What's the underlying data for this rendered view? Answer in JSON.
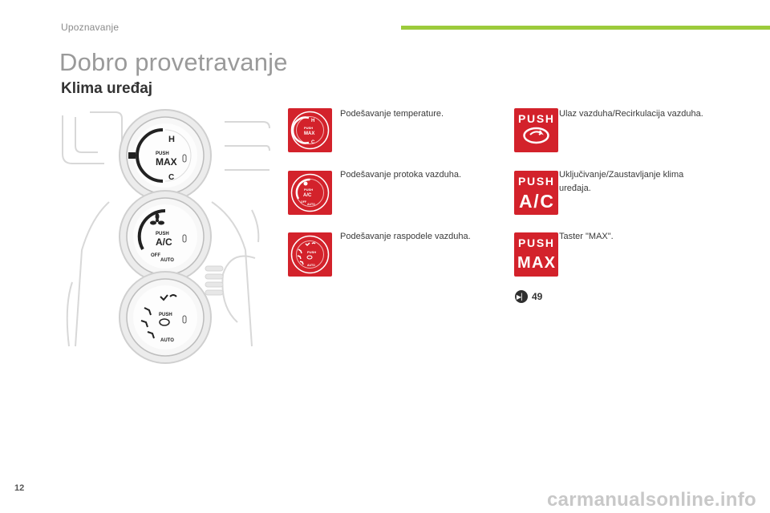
{
  "header": {
    "section": "Upoznavanje",
    "accent_color": "#9ccb3b"
  },
  "title": "Dobro provetravanje",
  "subtitle": "Klima uređaj",
  "illustration": {
    "knob_top": {
      "top_letter": "H",
      "bottom_letter": "C",
      "push_label": "PUSH",
      "main_label": "MAX"
    },
    "knob_mid": {
      "push_label": "PUSH",
      "main_label": "A/C",
      "off_label": "OFF",
      "auto_label": "AUTO"
    },
    "knob_bottom": {
      "push_label": "PUSH",
      "auto_label": "AUTO"
    }
  },
  "controls_left": [
    {
      "icon": "temperature-knob-icon",
      "text": "Podešavanje temperature.",
      "icon_labels": {
        "h": "H",
        "push": "PUSH",
        "main": "MAX",
        "c": "C"
      }
    },
    {
      "icon": "airflow-knob-icon",
      "text": "Podešavanje protoka vazduha.",
      "icon_labels": {
        "push": "PUSH",
        "main": "A/C",
        "off": "OFF",
        "auto": "AUTO"
      }
    },
    {
      "icon": "distribution-knob-icon",
      "text": "Podešavanje raspodele vazduha.",
      "icon_labels": {
        "push": "PUSH",
        "auto": "AUTO"
      }
    }
  ],
  "controls_right": [
    {
      "icon": "recirculation-button-icon",
      "text": "Ulaz vazduha/Recirkulacija vazduha.",
      "icon_labels": {
        "push": "PUSH"
      }
    },
    {
      "icon": "ac-button-icon",
      "text": "Uključivanje/Zaustavljanje klima uređaja.",
      "icon_labels": {
        "push": "PUSH",
        "main": "A/C"
      }
    },
    {
      "icon": "max-button-icon",
      "text": "Taster \"MAX\".",
      "icon_labels": {
        "push": "PUSH",
        "main": "MAX"
      }
    }
  ],
  "reference": {
    "number": "49"
  },
  "footer": {
    "page_number": "12",
    "watermark": "carmanualsonline.info"
  },
  "colors": {
    "icon_bg": "#d3222b",
    "title": "#9a9a9a"
  }
}
